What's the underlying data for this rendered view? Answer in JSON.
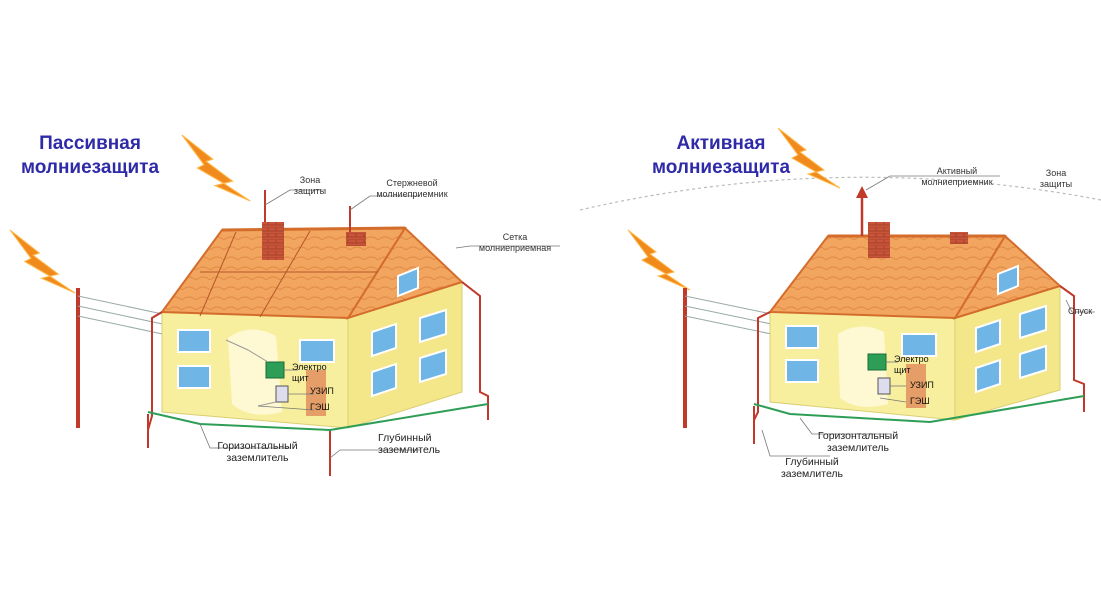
{
  "left": {
    "title_line1": "Пассивная",
    "title_line2": "молниезащита",
    "labels": {
      "zone": "Зона защиты",
      "rod_receiver": "Стержневой молниеприемник",
      "mesh_receiver": "Сетка молниеприемная",
      "switchboard": "Электро щит",
      "uzip": "УЗИП",
      "gesh": "ГЭШ",
      "horizontal_ground": "Горизонтальный заземлитель",
      "deep_ground": "Глубинный заземлитель"
    }
  },
  "right": {
    "title_line1": "Активная",
    "title_line2": "молниезащита",
    "labels": {
      "active_receiver": "Активный молниеприемник",
      "zone": "Зона защиты",
      "downconductor": "Спуск",
      "switchboard": "Электро щит",
      "uzip": "УЗИП",
      "gesh": "ГЭШ",
      "horizontal_ground": "Горизонтальный заземлитель",
      "deep_ground": "Глубинный заземлитель"
    }
  },
  "colors": {
    "title": "#2f2aa8",
    "roof": "#f2a55e",
    "wall": "#f7ef9e",
    "conductor": "#c0392b",
    "lightning": "#f08a1c",
    "window": "#6fb5e6"
  },
  "icons": [
    "lightning-bolt-icon",
    "utility-pole-icon",
    "house-icon"
  ]
}
